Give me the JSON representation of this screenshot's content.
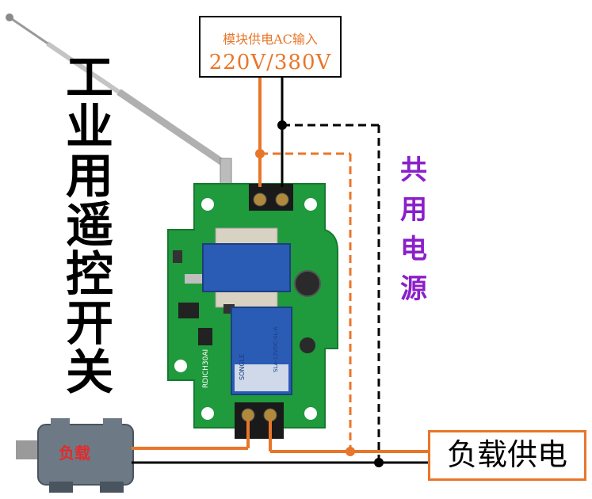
{
  "diagram": {
    "title_chars": [
      "工",
      "业",
      "用",
      "遥",
      "控",
      "开",
      "关"
    ],
    "supply": {
      "line1": "模块供电AC输入",
      "line2": "220V/380V"
    },
    "shared_power_chars": [
      "共",
      "用",
      "电",
      "源"
    ],
    "load_supply": "负载供电",
    "motor_label": "负载",
    "relay": {
      "brand": "SONGLE",
      "model": "SLA-12VDC-SL-A"
    },
    "board_id": "RDICH30AI",
    "colors": {
      "orange_wire": "#e8762a",
      "black_wire": "#000000",
      "pcb_green": "#1f9a3c",
      "relay_blue": "#2a5bb5",
      "accent_purple": "#8b1fc9"
    }
  }
}
